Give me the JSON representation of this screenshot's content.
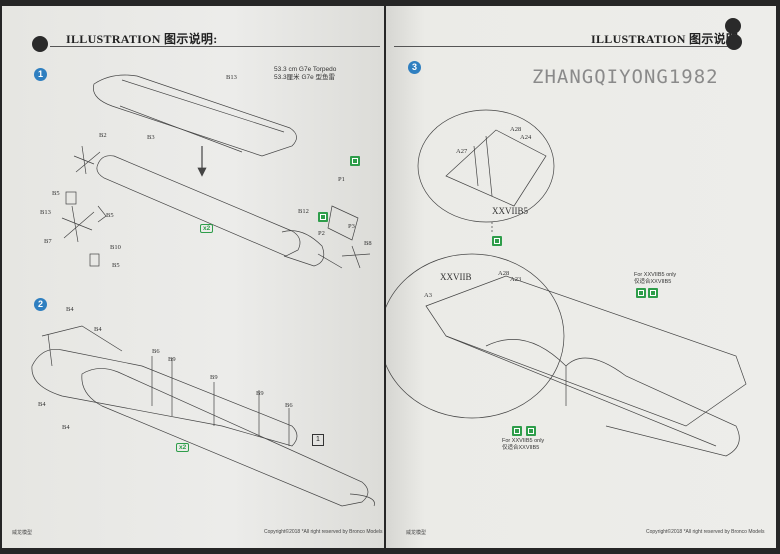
{
  "left_page": {
    "header": "ILLUSTRATION 图示说明:",
    "steps": [
      {
        "number": "1"
      },
      {
        "number": "2"
      }
    ],
    "torpedo_caption": [
      "53.3 cm G7e Torpedo",
      "53.3厘米 G7e 型鱼雷"
    ],
    "quantity_badges": [
      "x2",
      "x2"
    ],
    "box_number": "1",
    "labels": {
      "b13_top": "B13",
      "b3": "B3",
      "b2": "B2",
      "b5a": "B5",
      "b13_left": "B13",
      "b5b": "B5",
      "b7": "B7",
      "b10": "B10",
      "b5c": "B5",
      "b12": "B12",
      "p1": "P1",
      "p3": "P3",
      "p2": "P2",
      "b8": "B8",
      "b4a": "B4",
      "b4b": "B4",
      "b4c": "B4",
      "b4d": "B4",
      "b6a": "B6",
      "b9a": "B9",
      "b9b": "B9",
      "b9c": "B9",
      "b6b": "B6"
    },
    "footer_left": "威龙模型",
    "footer_right": "Copyright©2018 *All right reserved by Bronco Models"
  },
  "right_page": {
    "header": "ILLUSTRATION 图示说明:",
    "steps": [
      {
        "number": "3"
      }
    ],
    "watermark": "ZHANGQIYONG1982",
    "labels": {
      "a28a": "A28",
      "a24": "A24",
      "a27": "A27",
      "xxviib5": "XXVIIB5",
      "xxviib": "XXVIIB",
      "a28b": "A28",
      "a23": "A23",
      "a3": "A3"
    },
    "note_top": [
      "For XXVIIB5 only",
      "仅适合XXVIIB5"
    ],
    "note_bottom": [
      "For XXVIIB5 only",
      "仅适合XXVIIB5"
    ],
    "footer_left": "威龙模型",
    "footer_right": "Copyright©2018 *All right reserved by Bronco Models"
  },
  "colors": {
    "step_badge": "#2f7fc0",
    "accent_green": "#2e9d4a",
    "paper": "#ebebe7",
    "background": "#262626"
  }
}
